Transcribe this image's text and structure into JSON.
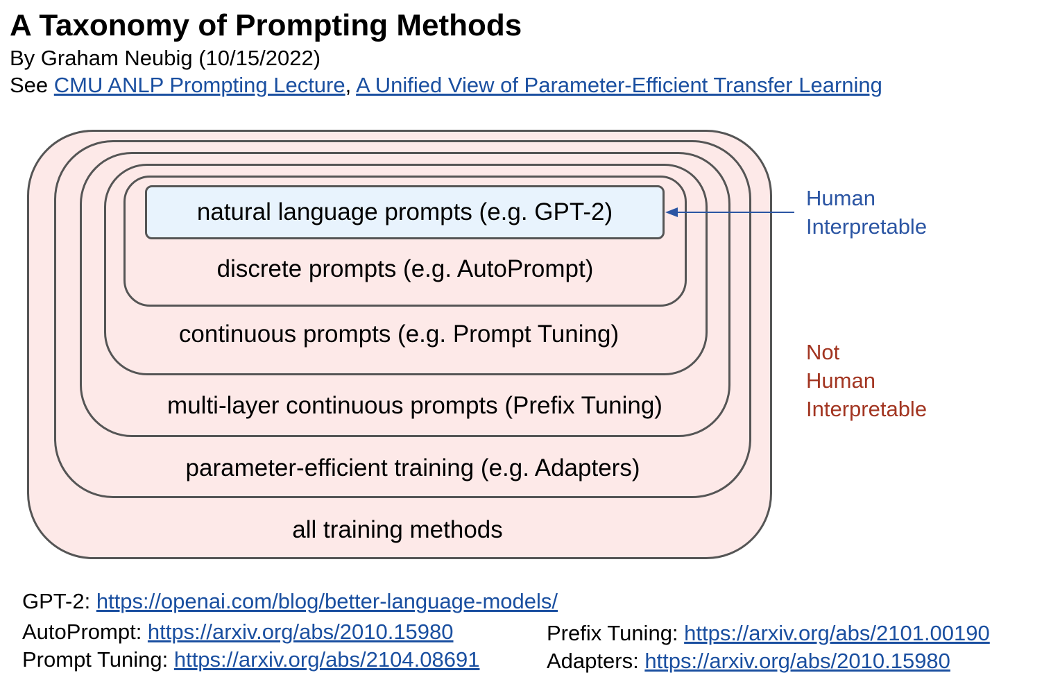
{
  "header": {
    "title": "A Taxonomy of Prompting Methods",
    "byline": "By Graham Neubig (10/15/2022)",
    "see_prefix": "See ",
    "links": [
      {
        "text": "CMU ANLP Prompting Lecture"
      },
      {
        "text": "A Unified View of Parameter-Efficient Transfer Learning"
      }
    ],
    "separator": ", "
  },
  "diagram": {
    "boxes": [
      {
        "label": "all training methods"
      },
      {
        "label": "parameter-efficient training (e.g. Adapters)"
      },
      {
        "label": "multi-layer continuous prompts (Prefix Tuning)"
      },
      {
        "label": "continuous prompts (e.g. Prompt Tuning)"
      },
      {
        "label": "discrete prompts (e.g. AutoPrompt)"
      },
      {
        "label": "natural language prompts (e.g. GPT-2)"
      }
    ],
    "annotations": {
      "human": {
        "line1": "Human",
        "line2": "Interpretable",
        "color": "#2b55a3"
      },
      "not_human": {
        "line1": "Not",
        "line2": "Human",
        "line3": "Interpretable",
        "color": "#a23521"
      }
    },
    "colors": {
      "box_fill": "#fde9e8",
      "inner_fill": "#e8f3fd",
      "border": "#555555"
    }
  },
  "references": [
    {
      "name": "GPT-2: ",
      "url": "https://openai.com/blog/better-language-models/"
    },
    {
      "name": "AutoPrompt: ",
      "url": "https://arxiv.org/abs/2010.15980"
    },
    {
      "name": "Prompt Tuning: ",
      "url": "https://arxiv.org/abs/2104.08691"
    },
    {
      "name": "Prefix Tuning: ",
      "url": "https://arxiv.org/abs/2101.00190"
    },
    {
      "name": "Adapters: ",
      "url": "https://arxiv.org/abs/2010.15980"
    }
  ]
}
